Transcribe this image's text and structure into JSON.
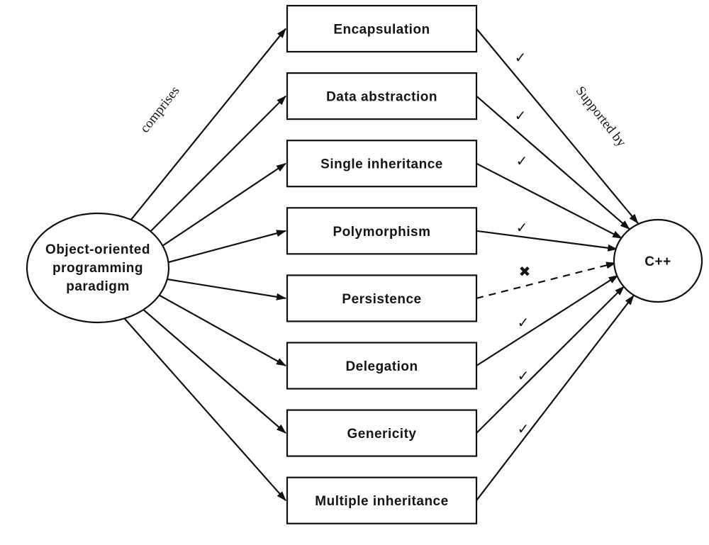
{
  "diagram": {
    "source_node": {
      "label_lines": [
        "Object-oriented",
        "programming",
        "paradigm"
      ]
    },
    "target_node": {
      "label": "C++"
    },
    "left_edge_label": "comprises",
    "right_edge_label": "Supported by",
    "features": [
      {
        "label": "Encapsulation",
        "supported": true,
        "mark": "✓"
      },
      {
        "label": "Data abstraction",
        "supported": true,
        "mark": "✓"
      },
      {
        "label": "Single inheritance",
        "supported": true,
        "mark": "✓"
      },
      {
        "label": "Polymorphism",
        "supported": true,
        "mark": "✓"
      },
      {
        "label": "Persistence",
        "supported": false,
        "mark": "✖"
      },
      {
        "label": "Delegation",
        "supported": true,
        "mark": "✓"
      },
      {
        "label": "Genericity",
        "supported": true,
        "mark": "✓"
      },
      {
        "label": "Multiple inheritance",
        "supported": true,
        "mark": "✓"
      }
    ],
    "colors": {
      "stroke": "#111111",
      "background": "#ffffff"
    }
  }
}
